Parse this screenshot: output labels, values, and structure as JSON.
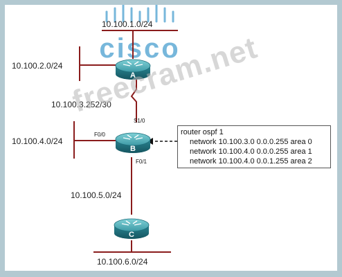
{
  "logo": {
    "text": "cisco",
    "color": "#4a9fcf"
  },
  "watermark": "freecram.net",
  "networks": {
    "top": "10.100.1.0/24",
    "left_a": "10.100.2.0/24",
    "serial": "10.100.3.252/30",
    "left_b": "10.100.4.0/24",
    "b_c": "10.100.5.0/24",
    "bottom": "10.100.6.0/24"
  },
  "routers": {
    "a": "A",
    "b": "B",
    "c": "C"
  },
  "interfaces": {
    "s1_0": "S1/0",
    "f0_0": "F0/0",
    "f0_1": "F0/1"
  },
  "config": {
    "lines": [
      "router ospf 1",
      "network 10.100.3.0 0.0.0.255 area 0",
      "network 10.100.4.0 0.0.0.255 area 1",
      "network 10.100.4.0 0.0.1.255 area 2"
    ]
  },
  "colors": {
    "router_top": "#53b2bc",
    "router_side": "#1f6f7c",
    "link": "#8a1c1c",
    "frame_bg": "#b3c9d1"
  }
}
